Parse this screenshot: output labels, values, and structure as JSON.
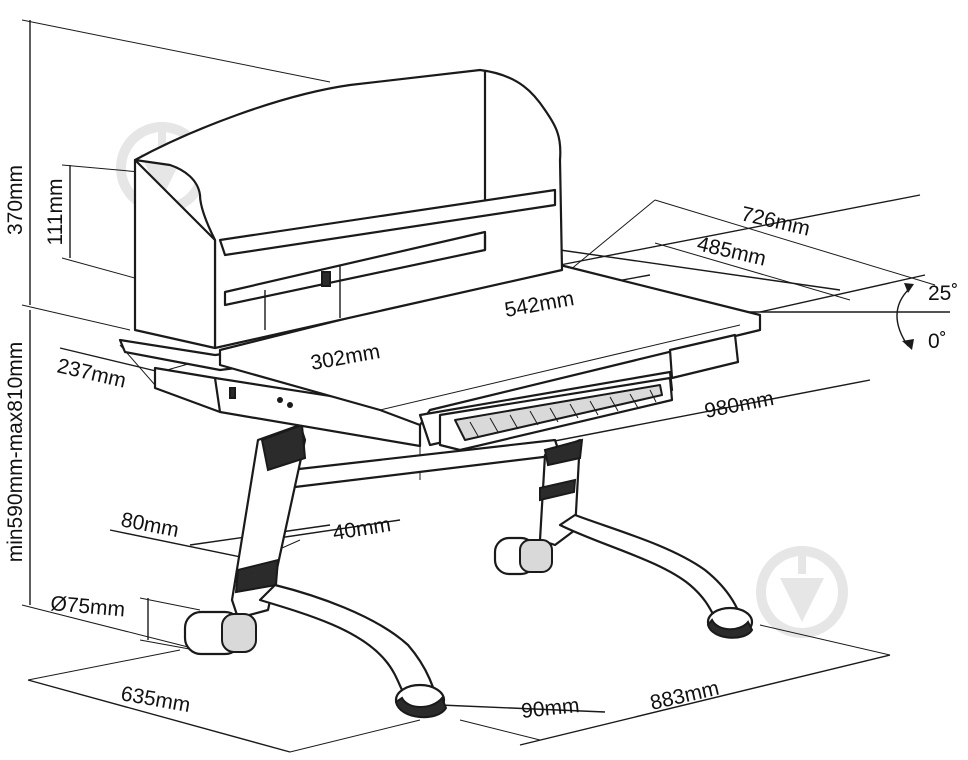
{
  "dimensions": {
    "hutch_height": "370mm",
    "shelf_height": "111mm",
    "height_range": "min590mm-max810mm",
    "hutch_depth": "237mm",
    "tray_depth": "302mm",
    "tilt_panel_depth": "542mm",
    "desk_depth": "726mm",
    "tilt_depth": "485mm",
    "tilt_max": "25˚",
    "tilt_min": "0˚",
    "desk_width": "980mm",
    "leg_width_1": "80mm",
    "leg_width_2": "40mm",
    "foot_diameter": "Ø75mm",
    "foot_depth": "635mm",
    "foot_width": "90mm",
    "base_width": "883mm"
  },
  "colors": {
    "line": "#1a1a1a",
    "watermark": "#e6e6e6"
  },
  "watermark_icon": "pen-nib-logo"
}
